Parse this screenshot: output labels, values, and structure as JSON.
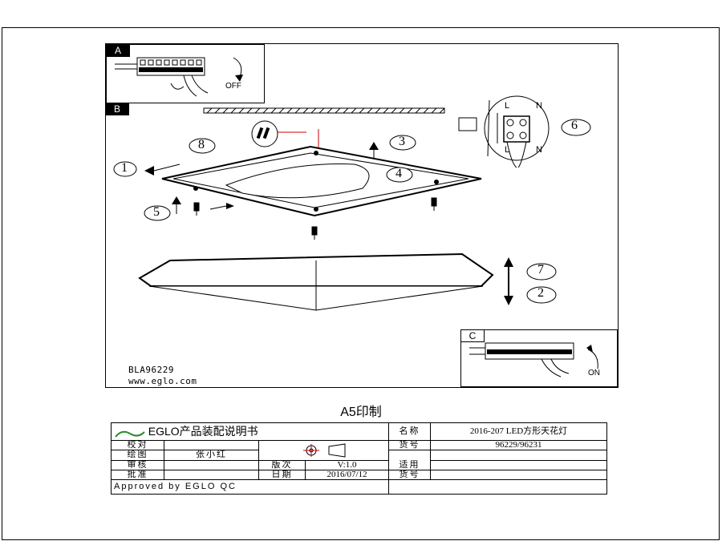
{
  "drawing": {
    "panel_a_label": "A",
    "panel_a_text": "OFF",
    "panel_b_label": "B",
    "panel_c_label": "C",
    "panel_c_text": "ON",
    "callouts": [
      "1",
      "2",
      "3",
      "4",
      "5",
      "6",
      "7",
      "8"
    ],
    "terminal_labels": {
      "left_top": "L",
      "n_top": "N",
      "left_bottom": "L",
      "n_bottom": "N"
    },
    "model_code": "BLA96229",
    "website": "www.eglo.com"
  },
  "print_note": "A5印制",
  "title_block": {
    "company_title": "EGLO产品装配说明书",
    "name_label": "名称",
    "name_value": "2016-207 LED方形天花灯",
    "check_label": "校对",
    "item_no_label": "货号",
    "item_no_value": "96229/96231",
    "drawn_label": "绘图",
    "drawn_value": "张小红",
    "review_label": "审核",
    "version_label": "版次",
    "version_value": "V:1.0",
    "apply_label": "适用",
    "apply_label2": "货号",
    "approve_label": "批准",
    "date_label": "日期",
    "date_value": "2016/07/12",
    "approved_by": "Approved by EGLO QC"
  }
}
